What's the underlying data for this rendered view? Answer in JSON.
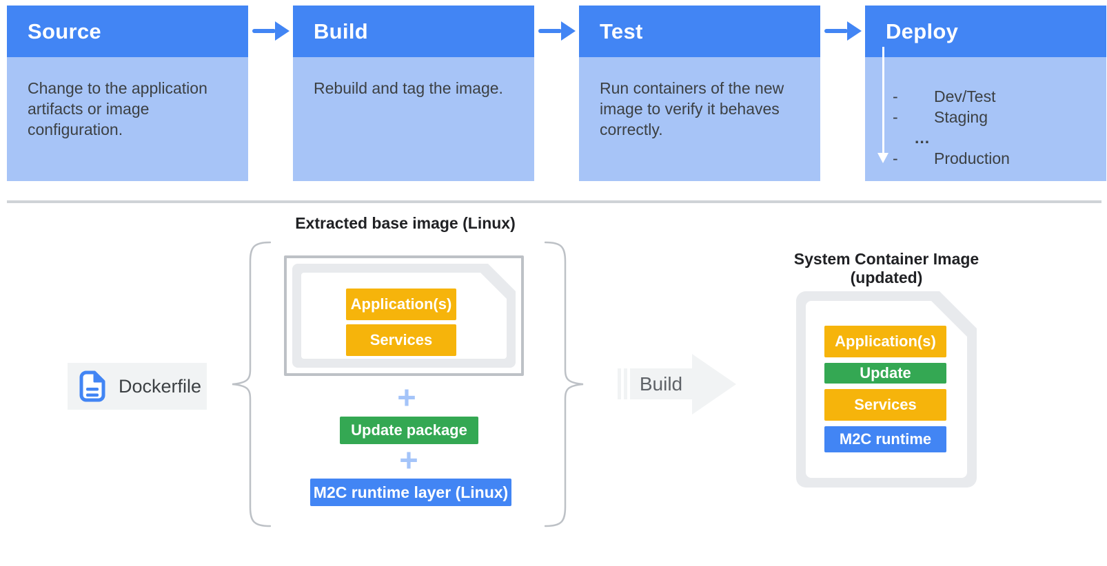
{
  "palette": {
    "header_blue": "#4285F4",
    "body_blue": "#A7C4F7",
    "yellow": "#F6B40B",
    "green": "#34A853",
    "layer_blue": "#4285F4",
    "plus_blue": "#A4C4F9",
    "doc_gray": "#E8EAED",
    "border_gray": "#BDC1C6",
    "chip_gray": "#F1F3F4",
    "text_dark": "#3C4043",
    "text_gray": "#5F6368"
  },
  "pipeline": {
    "stages": [
      {
        "title": "Source",
        "description": "Change to the application artifacts or image configuration."
      },
      {
        "title": "Build",
        "description": "Rebuild and tag the image."
      },
      {
        "title": "Test",
        "description": "Run containers of the new image to verify it behaves correctly."
      },
      {
        "title": "Deploy",
        "description": ""
      }
    ],
    "deploy_items": [
      {
        "dash": "-",
        "label": "Dev/Test"
      },
      {
        "dash": "-",
        "label": "Staging"
      },
      {
        "dash": "",
        "label": "..."
      },
      {
        "dash": "-",
        "label": "Production"
      }
    ]
  },
  "build_flow": {
    "dockerfile_label": "Dockerfile",
    "extracted_title": "Extracted base image (Linux)",
    "base_layers": [
      "Application(s)",
      "Services"
    ],
    "plus": "+",
    "update_package": "Update package",
    "runtime_layer": "M2C runtime layer (Linux)",
    "build_label": "Build",
    "result_title": "System Container Image (updated)",
    "result_layers": [
      {
        "label": "Application(s)",
        "color": "#F6B40B"
      },
      {
        "label": "Update",
        "color": "#34A853"
      },
      {
        "label": "Services",
        "color": "#F6B40B"
      },
      {
        "label": "M2C runtime",
        "color": "#4285F4"
      }
    ]
  }
}
